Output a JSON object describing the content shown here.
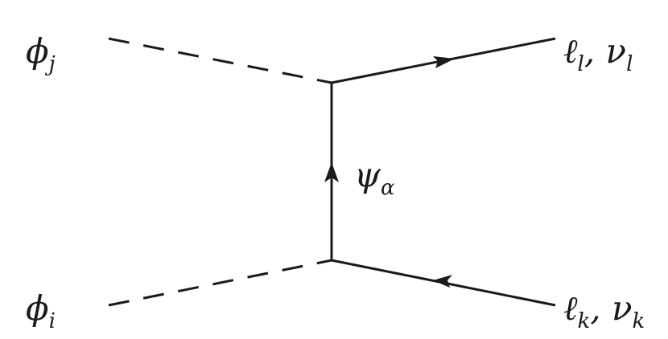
{
  "labels": {
    "phi_j": {
      "base": "ϕ",
      "sub": "j"
    },
    "phi_i": {
      "base": "ϕ",
      "sub": "i"
    },
    "psi_alpha": {
      "base": "ψ",
      "sub": "α"
    },
    "out_top": {
      "b1": "ℓ",
      "s1": "l",
      "sep": ", ",
      "b2": "ν",
      "s2": "l"
    },
    "out_bottom": {
      "b1": "ℓ",
      "s1": "k",
      "sep": ", ",
      "b2": "ν",
      "s2": "k"
    }
  }
}
